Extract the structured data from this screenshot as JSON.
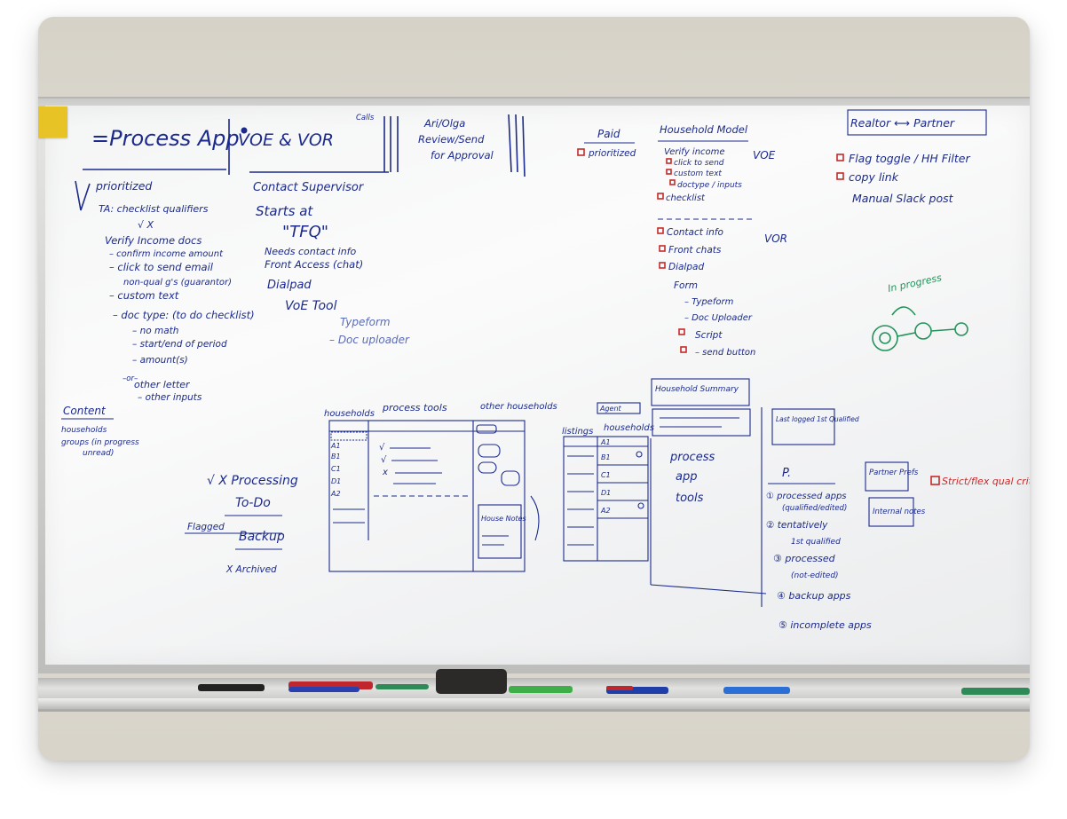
{
  "board": {
    "process_app": {
      "title": "=Process App",
      "items": [
        "prioritized",
        "TA: checklist qualifiers",
        "√ X",
        "Verify Income docs",
        "– confirm income amount",
        "– click to send email",
        "non-qual g's (guarantor)",
        "– custom text",
        "– doc type: (to do checklist)",
        "– no math",
        "– start/end of period",
        "– amount(s)",
        "–or–",
        "other letter",
        "– other inputs"
      ]
    },
    "voe_vor": {
      "title": "VOE & VOR",
      "calls": "Calls",
      "items": [
        "Contact Supervisor",
        "Starts at",
        "\"TFQ\"",
        "Needs contact info",
        "Front Access (chat)",
        "Dialpad",
        "VoE Tool",
        "Typeform",
        "– Doc uploader"
      ]
    },
    "review": {
      "lines": [
        "Ari/Olga",
        "Review/Send",
        "for Approval"
      ]
    },
    "paid": {
      "title": "Paid",
      "items": [
        "prioritized"
      ]
    },
    "household_model": {
      "title": "Household Model",
      "voe_label": "VOE",
      "vor_label": "VOR",
      "voe_items": [
        "Verify income",
        "click to send",
        "custom text",
        "doctype / inputs",
        "checklist"
      ],
      "vor_items": [
        "Contact info",
        "Front chats",
        "Dialpad",
        "Form",
        "– Typeform",
        "– Doc Uploader",
        "Script",
        "– send button"
      ]
    },
    "realtor_partner": {
      "title": "Realtor ⟷ Partner",
      "items": [
        "Flag toggle / HH Filter",
        "copy link",
        "Manual Slack post"
      ]
    },
    "in_progress": {
      "label": "In progress"
    },
    "content": {
      "title": "Content",
      "lines": [
        "households",
        "groups (in progress",
        "unread)"
      ]
    },
    "status_list": {
      "items": [
        "√ X Processing",
        "To-Do",
        "Backup",
        "X Archived"
      ],
      "flagged": "Flagged"
    },
    "sketch_one": {
      "labels": [
        "households",
        "process tools",
        "other households"
      ],
      "rows": [
        "A1",
        "B1",
        "C1",
        "D1",
        "A2"
      ],
      "house_notes": "House Notes"
    },
    "sketch_two": {
      "labels": [
        "listings",
        "households",
        "Household Summary",
        "Agent"
      ],
      "rows": [
        "A1",
        "B1",
        "C1",
        "D1",
        "A2"
      ],
      "tools": [
        "process",
        "app",
        "tools"
      ],
      "qualifier": "Last logged 1st Qualified"
    },
    "priority_list": {
      "title": "P.",
      "items": [
        "① processed apps",
        "(qualified/edited)",
        "② tentatively",
        "1st qualified",
        "③ processed",
        "(not-edited)",
        "④ backup apps",
        "⑤ incomplete apps"
      ]
    },
    "side_boxes": [
      "Partner Prefs",
      "Internal notes"
    ],
    "strict_flex": "Strict/flex qual criteria"
  }
}
